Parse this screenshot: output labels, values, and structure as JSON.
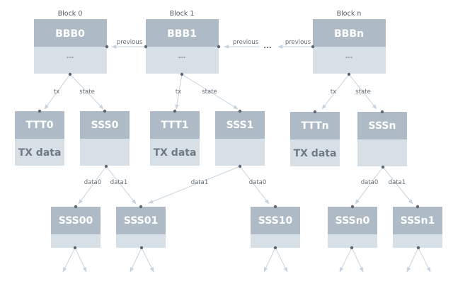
{
  "blocks": [
    {
      "label": "Block 0",
      "header": "BBB0",
      "body": "#### "
    },
    {
      "label": "Block 1",
      "header": "BBB1",
      "body": "#### "
    },
    {
      "label": "Block n",
      "header": "BBBn",
      "body": "#### "
    }
  ],
  "tx_nodes": [
    {
      "header": "TTT0",
      "body": "TX data"
    },
    {
      "header": "TTT1",
      "body": "TX data"
    },
    {
      "header": "TTTn",
      "body": "TX data"
    }
  ],
  "state_nodes": [
    {
      "header": "SSS0",
      "body": ""
    },
    {
      "header": "SSS1",
      "body": ""
    },
    {
      "header": "SSSn",
      "body": ""
    }
  ],
  "sub_state_nodes": [
    {
      "header": "SSS00"
    },
    {
      "header": "SSS01"
    },
    {
      "header": "SSS10"
    },
    {
      "header": "SSSn0"
    },
    {
      "header": "SSSn1"
    }
  ],
  "edge_labels": {
    "previous": "previous",
    "tx": "tx",
    "state": "state",
    "data0": "data0",
    "data1": "data1",
    "ellipsis": "..."
  },
  "colors": {
    "header_fill": "#aebbc6",
    "body_fill": "#d8e0e7",
    "edge": "#c6d3de",
    "dot": "#5f6874"
  }
}
